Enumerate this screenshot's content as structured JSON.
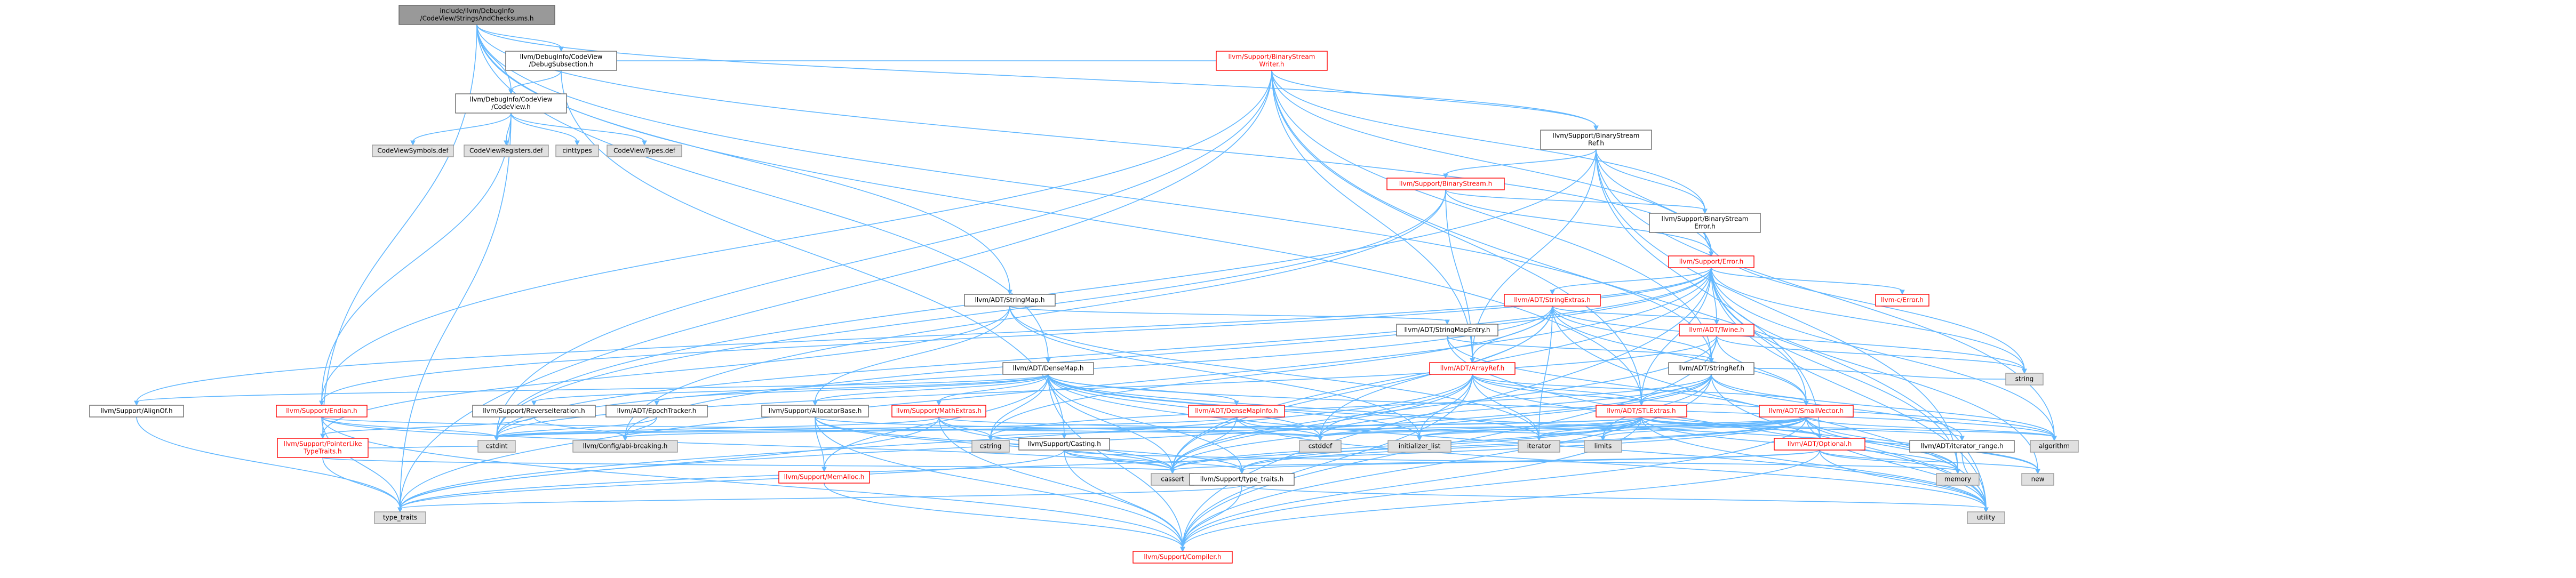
{
  "colors": {
    "edge": "#63b8ff",
    "root_fill": "#999999",
    "root_text": "#000000",
    "file_fill": "#ffffff",
    "file_stroke": "#666666",
    "red_stroke": "#ff0000",
    "red_text": "#ff0000",
    "system_fill": "#e0e0e0",
    "system_stroke": "#999999",
    "text": "#000000"
  },
  "nodes": [
    {
      "id": "root",
      "label": [
        "include/llvm/DebugInfo",
        "/CodeView/StringsAndChecksums.h"
      ],
      "style": "root"
    },
    {
      "id": "dbgsub",
      "label": [
        "llvm/DebugInfo/CodeView",
        "/DebugSubsection.h"
      ],
      "style": "file"
    },
    {
      "id": "codeview",
      "label": [
        "llvm/DebugInfo/CodeView",
        "/CodeView.h"
      ],
      "style": "file"
    },
    {
      "id": "bswriter",
      "label": [
        "llvm/Support/BinaryStream",
        "Writer.h"
      ],
      "style": "red"
    },
    {
      "id": "cvsym",
      "label": [
        "CodeViewSymbols.def"
      ],
      "style": "system"
    },
    {
      "id": "cvreg",
      "label": [
        "CodeViewRegisters.def"
      ],
      "style": "system"
    },
    {
      "id": "cinttypes",
      "label": [
        "cinttypes"
      ],
      "style": "system"
    },
    {
      "id": "cvtypes",
      "label": [
        "CodeViewTypes.def"
      ],
      "style": "system"
    },
    {
      "id": "bsref",
      "label": [
        "llvm/Support/BinaryStream",
        "Ref.h"
      ],
      "style": "file"
    },
    {
      "id": "bstream",
      "label": [
        "llvm/Support/BinaryStream.h"
      ],
      "style": "red"
    },
    {
      "id": "bserror",
      "label": [
        "llvm/Support/BinaryStream",
        "Error.h"
      ],
      "style": "file"
    },
    {
      "id": "error",
      "label": [
        "llvm/Support/Error.h"
      ],
      "style": "red"
    },
    {
      "id": "stringmap",
      "label": [
        "llvm/ADT/StringMap.h"
      ],
      "style": "file"
    },
    {
      "id": "stringextras",
      "label": [
        "llvm/ADT/StringExtras.h"
      ],
      "style": "red"
    },
    {
      "id": "cerror",
      "label": [
        "llvm-c/Error.h"
      ],
      "style": "red"
    },
    {
      "id": "smentry",
      "label": [
        "llvm/ADT/StringMapEntry.h"
      ],
      "style": "file"
    },
    {
      "id": "twine",
      "label": [
        "llvm/ADT/Twine.h"
      ],
      "style": "red"
    },
    {
      "id": "stringref",
      "label": [
        "llvm/ADT/StringRef.h"
      ],
      "style": "file"
    },
    {
      "id": "densemap",
      "label": [
        "llvm/ADT/DenseMap.h"
      ],
      "style": "file"
    },
    {
      "id": "arrayref",
      "label": [
        "llvm/ADT/ArrayRef.h"
      ],
      "style": "red"
    },
    {
      "id": "string",
      "label": [
        "string"
      ],
      "style": "system"
    },
    {
      "id": "alignof",
      "label": [
        "llvm/Support/AlignOf.h"
      ],
      "style": "file"
    },
    {
      "id": "endian",
      "label": [
        "llvm/Support/Endian.h"
      ],
      "style": "red"
    },
    {
      "id": "reviter",
      "label": [
        "llvm/Support/ReverseIteration.h"
      ],
      "style": "file"
    },
    {
      "id": "epoch",
      "label": [
        "llvm/ADT/EpochTracker.h"
      ],
      "style": "file"
    },
    {
      "id": "allocbase",
      "label": [
        "llvm/Support/AllocatorBase.h"
      ],
      "style": "file"
    },
    {
      "id": "mathextras",
      "label": [
        "llvm/Support/MathExtras.h"
      ],
      "style": "red"
    },
    {
      "id": "dminfo",
      "label": [
        "llvm/ADT/DenseMapInfo.h"
      ],
      "style": "red"
    },
    {
      "id": "stlextras",
      "label": [
        "llvm/ADT/STLExtras.h"
      ],
      "style": "red"
    },
    {
      "id": "smallvector",
      "label": [
        "llvm/ADT/SmallVector.h"
      ],
      "style": "red"
    },
    {
      "id": "algorithm",
      "label": [
        "algorithm"
      ],
      "style": "system"
    },
    {
      "id": "ptrlike",
      "label": [
        "llvm/Support/PointerLike",
        "TypeTraits.h"
      ],
      "style": "red"
    },
    {
      "id": "cstdint",
      "label": [
        "cstdint"
      ],
      "style": "system"
    },
    {
      "id": "configabi",
      "label": [
        "llvm/Config/abi-breaking.h"
      ],
      "style": "system"
    },
    {
      "id": "cstring",
      "label": [
        "cstring"
      ],
      "style": "system"
    },
    {
      "id": "casting",
      "label": [
        "llvm/Support/Casting.h"
      ],
      "style": "file"
    },
    {
      "id": "memalloc",
      "label": [
        "llvm/Support/MemAlloc.h"
      ],
      "style": "red"
    },
    {
      "id": "cstddef",
      "label": [
        "cstddef"
      ],
      "style": "system"
    },
    {
      "id": "initlist",
      "label": [
        "initializer_list"
      ],
      "style": "system"
    },
    {
      "id": "iterator",
      "label": [
        "iterator"
      ],
      "style": "system"
    },
    {
      "id": "limits",
      "label": [
        "limits"
      ],
      "style": "system"
    },
    {
      "id": "optional",
      "label": [
        "llvm/ADT/Optional.h"
      ],
      "style": "red"
    },
    {
      "id": "iterrange",
      "label": [
        "llvm/ADT/iterator_range.h"
      ],
      "style": "file"
    },
    {
      "id": "new",
      "label": [
        "new"
      ],
      "style": "system"
    },
    {
      "id": "memory",
      "label": [
        "memory"
      ],
      "style": "system"
    },
    {
      "id": "cassert",
      "label": [
        "cassert"
      ],
      "style": "system"
    },
    {
      "id": "typetraitsllvm",
      "label": [
        "llvm/Support/type_traits.h"
      ],
      "style": "file"
    },
    {
      "id": "utility",
      "label": [
        "utility"
      ],
      "style": "system"
    },
    {
      "id": "typetraits",
      "label": [
        "type_traits"
      ],
      "style": "system"
    },
    {
      "id": "compiler",
      "label": [
        "llvm/Support/Compiler.h"
      ],
      "style": "red"
    }
  ],
  "edges": [
    [
      "root",
      "dbgsub"
    ],
    [
      "root",
      "codeview"
    ],
    [
      "root",
      "bsref"
    ],
    [
      "root",
      "stringmap"
    ],
    [
      "root",
      "densemap"
    ],
    [
      "root",
      "error"
    ],
    [
      "root",
      "stringref"
    ],
    [
      "root",
      "stlextras"
    ],
    [
      "root",
      "ptrlike"
    ],
    [
      "dbgsub",
      "codeview"
    ],
    [
      "dbgsub",
      "bswriter"
    ],
    [
      "dbgsub",
      "casting"
    ],
    [
      "codeview",
      "cvsym"
    ],
    [
      "codeview",
      "cvreg"
    ],
    [
      "codeview",
      "cinttypes"
    ],
    [
      "codeview",
      "cvtypes"
    ],
    [
      "codeview",
      "endian"
    ],
    [
      "codeview",
      "typetraits"
    ],
    [
      "bswriter",
      "bsref"
    ],
    [
      "bswriter",
      "bserror"
    ],
    [
      "bswriter",
      "arrayref"
    ],
    [
      "bswriter",
      "error"
    ],
    [
      "bswriter",
      "stringref"
    ],
    [
      "bswriter",
      "endian"
    ],
    [
      "bswriter",
      "cstdint"
    ],
    [
      "bswriter",
      "typetraits"
    ],
    [
      "bswriter",
      "utility"
    ],
    [
      "bswriter",
      "stlextras"
    ],
    [
      "bsref",
      "bstream"
    ],
    [
      "bsref",
      "bserror"
    ],
    [
      "bsref",
      "arrayref"
    ],
    [
      "bsref",
      "error"
    ],
    [
      "bsref",
      "algorithm"
    ],
    [
      "bsref",
      "memory"
    ],
    [
      "bsref",
      "cstdint"
    ],
    [
      "bsref",
      "optional"
    ],
    [
      "bstream",
      "bserror"
    ],
    [
      "bstream",
      "arrayref"
    ],
    [
      "bstream",
      "error"
    ],
    [
      "bstream",
      "cstdint"
    ],
    [
      "bstream",
      "configabi"
    ],
    [
      "bserror",
      "error"
    ],
    [
      "bserror",
      "string"
    ],
    [
      "error",
      "cerror"
    ],
    [
      "error",
      "stringextras"
    ],
    [
      "error",
      "twine"
    ],
    [
      "error",
      "alignof"
    ],
    [
      "error",
      "compiler"
    ],
    [
      "error",
      "stlextras"
    ],
    [
      "error",
      "smallvector"
    ],
    [
      "error",
      "algorithm"
    ],
    [
      "error",
      "cassert"
    ],
    [
      "error",
      "cstdint"
    ],
    [
      "error",
      "cstdlib"
    ],
    [
      "error",
      "memory"
    ],
    [
      "error",
      "new"
    ],
    [
      "error",
      "string"
    ],
    [
      "error",
      "utility"
    ],
    [
      "error",
      "typetraits"
    ],
    [
      "error",
      "configabi"
    ],
    [
      "error",
      "endian"
    ],
    [
      "stringmap",
      "smentry"
    ],
    [
      "stringmap",
      "allocbase"
    ],
    [
      "stringmap",
      "ptrlike"
    ],
    [
      "stringmap",
      "initlist"
    ],
    [
      "stringmap",
      "iterator"
    ],
    [
      "stringextras",
      "arrayref"
    ],
    [
      "stringextras",
      "smallvector"
    ],
    [
      "stringextras",
      "stringref"
    ],
    [
      "stringextras",
      "twine"
    ],
    [
      "stringextras",
      "cassert"
    ],
    [
      "stringextras",
      "cstddef"
    ],
    [
      "stringextras",
      "cstdint"
    ],
    [
      "stringextras",
      "cstring"
    ],
    [
      "stringextras",
      "iterator"
    ],
    [
      "stringextras",
      "string"
    ],
    [
      "stringextras",
      "utility"
    ],
    [
      "smentry",
      "stringref"
    ],
    [
      "smentry",
      "optional"
    ],
    [
      "smentry",
      "utility"
    ],
    [
      "twine",
      "smallvector"
    ],
    [
      "twine",
      "stringref"
    ],
    [
      "twine",
      "compiler"
    ],
    [
      "twine",
      "cassert"
    ],
    [
      "twine",
      "cstdint"
    ],
    [
      "twine",
      "string"
    ],
    [
      "stringref",
      "stlextras"
    ],
    [
      "stringref",
      "iterrange"
    ],
    [
      "stringref",
      "compiler"
    ],
    [
      "stringref",
      "algorithm"
    ],
    [
      "stringref",
      "cassert"
    ],
    [
      "stringref",
      "cstddef"
    ],
    [
      "stringref",
      "cstring"
    ],
    [
      "stringref",
      "limits"
    ],
    [
      "stringref",
      "string"
    ],
    [
      "stringref",
      "typetraits"
    ],
    [
      "stringref",
      "utility"
    ],
    [
      "densemap",
      "dminfo"
    ],
    [
      "densemap",
      "epoch"
    ],
    [
      "densemap",
      "alignof"
    ],
    [
      "densemap",
      "compiler"
    ],
    [
      "densemap",
      "mathextras"
    ],
    [
      "densemap",
      "memalloc"
    ],
    [
      "densemap",
      "reviter"
    ],
    [
      "densemap",
      "typetraitsllvm"
    ],
    [
      "densemap",
      "algorithm"
    ],
    [
      "densemap",
      "cassert"
    ],
    [
      "densemap",
      "cstddef"
    ],
    [
      "densemap",
      "cstring"
    ],
    [
      "densemap",
      "initlist"
    ],
    [
      "densemap",
      "iterator"
    ],
    [
      "densemap",
      "new"
    ],
    [
      "densemap",
      "utility"
    ],
    [
      "densemap",
      "allocbase"
    ],
    [
      "arrayref",
      "smallvector"
    ],
    [
      "arrayref",
      "stlextras"
    ],
    [
      "arrayref",
      "compiler"
    ],
    [
      "arrayref",
      "algorithm"
    ],
    [
      "arrayref",
      "array"
    ],
    [
      "arrayref",
      "cassert"
    ],
    [
      "arrayref",
      "cstddef"
    ],
    [
      "arrayref",
      "initlist"
    ],
    [
      "arrayref",
      "iterator"
    ],
    [
      "arrayref",
      "memory"
    ],
    [
      "arrayref",
      "typetraits"
    ],
    [
      "arrayref",
      "vector"
    ],
    [
      "alignof",
      "typetraits"
    ],
    [
      "endian",
      "compiler"
    ],
    [
      "endian",
      "cassert"
    ],
    [
      "endian",
      "cstddef"
    ],
    [
      "endian",
      "cstdint"
    ],
    [
      "endian",
      "typetraits"
    ],
    [
      "reviter",
      "configabi"
    ],
    [
      "reviter",
      "ptrlike"
    ],
    [
      "epoch",
      "configabi"
    ],
    [
      "epoch",
      "cstdint"
    ],
    [
      "allocbase",
      "compiler"
    ],
    [
      "allocbase",
      "memalloc"
    ],
    [
      "allocbase",
      "typetraitsllvm"
    ],
    [
      "allocbase",
      "cassert"
    ],
    [
      "allocbase",
      "cstddef"
    ],
    [
      "mathextras",
      "compiler"
    ],
    [
      "mathextras",
      "cassert"
    ],
    [
      "mathextras",
      "climits"
    ],
    [
      "mathextras",
      "cstdint"
    ],
    [
      "mathextras",
      "cstring"
    ],
    [
      "mathextras",
      "limits"
    ],
    [
      "mathextras",
      "typetraits"
    ],
    [
      "dminfo",
      "cassert"
    ],
    [
      "dminfo",
      "cstddef"
    ],
    [
      "dminfo",
      "cstdint"
    ],
    [
      "dminfo",
      "tuple"
    ],
    [
      "dminfo",
      "utility"
    ],
    [
      "stlextras",
      "optional"
    ],
    [
      "stlextras",
      "iterrange"
    ],
    [
      "stlextras",
      "compiler"
    ],
    [
      "stlextras",
      "typetraitsllvm"
    ],
    [
      "stlextras",
      "algorithm"
    ],
    [
      "stlextras",
      "cassert"
    ],
    [
      "stlextras",
      "cstddef"
    ],
    [
      "stlextras",
      "cstdint"
    ],
    [
      "stlextras",
      "cstdlib"
    ],
    [
      "stlextras",
      "initlist"
    ],
    [
      "stlextras",
      "iterator"
    ],
    [
      "stlextras",
      "limits"
    ],
    [
      "stlextras",
      "memory"
    ],
    [
      "stlextras",
      "utility"
    ],
    [
      "stlextras",
      "configabi"
    ],
    [
      "smallvector",
      "compiler"
    ],
    [
      "smallvector",
      "typetraitsllvm"
    ],
    [
      "smallvector",
      "algorithm"
    ],
    [
      "smallvector",
      "cassert"
    ],
    [
      "smallvector",
      "cstddef"
    ],
    [
      "smallvector",
      "cstdlib"
    ],
    [
      "smallvector",
      "cstring"
    ],
    [
      "smallvector",
      "initlist"
    ],
    [
      "smallvector",
      "iterator"
    ],
    [
      "smallvector",
      "limits"
    ],
    [
      "smallvector",
      "memory"
    ],
    [
      "smallvector",
      "new"
    ],
    [
      "smallvector",
      "typetraits"
    ],
    [
      "smallvector",
      "utility"
    ],
    [
      "ptrlike",
      "typetraits"
    ],
    [
      "ptrlike",
      "cassert"
    ],
    [
      "ptrlike",
      "cstdint"
    ],
    [
      "casting",
      "compiler"
    ],
    [
      "casting",
      "typetraitsllvm"
    ],
    [
      "casting",
      "cassert"
    ],
    [
      "casting",
      "memory"
    ],
    [
      "casting",
      "typetraits"
    ],
    [
      "memalloc",
      "compiler"
    ],
    [
      "optional",
      "compiler"
    ],
    [
      "optional",
      "typetraitsllvm"
    ],
    [
      "optional",
      "cassert"
    ],
    [
      "optional",
      "memory"
    ],
    [
      "optional",
      "new"
    ],
    [
      "optional",
      "utility"
    ],
    [
      "iterrange",
      "utility"
    ],
    [
      "typetraitsllvm",
      "compiler"
    ],
    [
      "typetraitsllvm",
      "typetraits"
    ],
    [
      "typetraitsllvm",
      "utility"
    ]
  ]
}
